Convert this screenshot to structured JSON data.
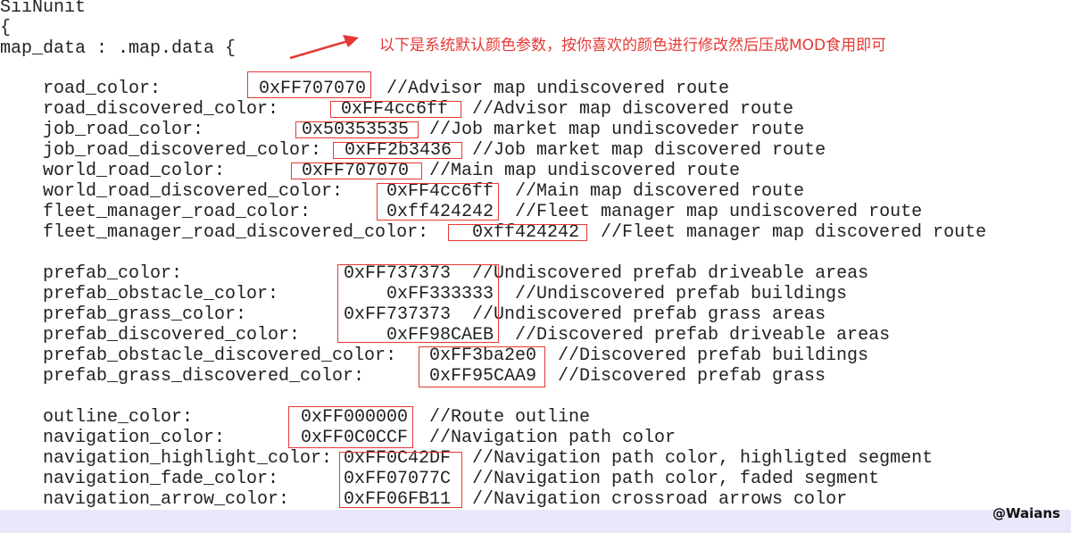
{
  "header": {
    "line1": "SiiNunit",
    "line2": "{",
    "line3": "map_data : .map.data {"
  },
  "annotation": {
    "text": "以下是系统默认颜色参数，按你喜欢的颜色进行修改然后压成MOD食用即可",
    "color": "#e53935"
  },
  "rows": [
    {
      "label": "road_color:",
      "value": "0xFF707070",
      "comment": "//Advisor map undiscovered route"
    },
    {
      "label": "road_discovered_color:",
      "value": "0xFF4cc6ff",
      "comment": "//Advisor map discovered route"
    },
    {
      "label": "job_road_color:",
      "value": "0x50353535",
      "comment": "//Job market map undiscoveder route"
    },
    {
      "label": "job_road_discovered_color:",
      "value": "0xFF2b3436",
      "comment": "//Job market map discovered route"
    },
    {
      "label": "world_road_color:",
      "value": "0xFF707070",
      "comment": "//Main map undiscovered route"
    },
    {
      "label": "world_road_discovered_color:",
      "value": "0xFF4cc6ff",
      "comment": "//Main map discovered route"
    },
    {
      "label": "fleet_manager_road_color:",
      "value": "0xff424242",
      "comment": "//Fleet manager map undiscovered route"
    },
    {
      "label": "fleet_manager_road_discovered_color:",
      "value": "0xff424242",
      "comment": "//Fleet manager map discovered route"
    },
    {
      "label": "prefab_color:",
      "value": "0xFF737373",
      "comment": "//Undiscovered prefab driveable areas"
    },
    {
      "label": "prefab_obstacle_color:",
      "value": "0xFF333333",
      "comment": "//Undiscovered prefab buildings"
    },
    {
      "label": "prefab_grass_color:",
      "value": "0xFF737373",
      "comment": "//Undiscovered prefab grass areas"
    },
    {
      "label": "prefab_discovered_color:",
      "value": "0xFF98CAEB",
      "comment": "//Discovered prefab driveable areas"
    },
    {
      "label": "prefab_obstacle_discovered_color:",
      "value": "0xFF3ba2e0",
      "comment": "//Discovered prefab buildings"
    },
    {
      "label": "prefab_grass_discovered_color:",
      "value": "0xFF95CAA9",
      "comment": "//Discovered prefab grass"
    },
    {
      "label": "outline_color:",
      "value": "0xFF000000",
      "comment": "//Route outline"
    },
    {
      "label": "navigation_color:",
      "value": "0xFF0C0CCF",
      "comment": "//Navigation path color"
    },
    {
      "label": "navigation_highlight_color:",
      "value": "0xFF0C42DF",
      "comment": "//Navigation path color, highligted segment"
    },
    {
      "label": "navigation_fade_color:",
      "value": "0xFF07077C",
      "comment": "//Navigation path color, faded segment"
    },
    {
      "label": "navigation_arrow_color:",
      "value": "0xFF06FB11",
      "comment": "//Navigation crossroad arrows color"
    }
  ],
  "watermark": "@Waians"
}
